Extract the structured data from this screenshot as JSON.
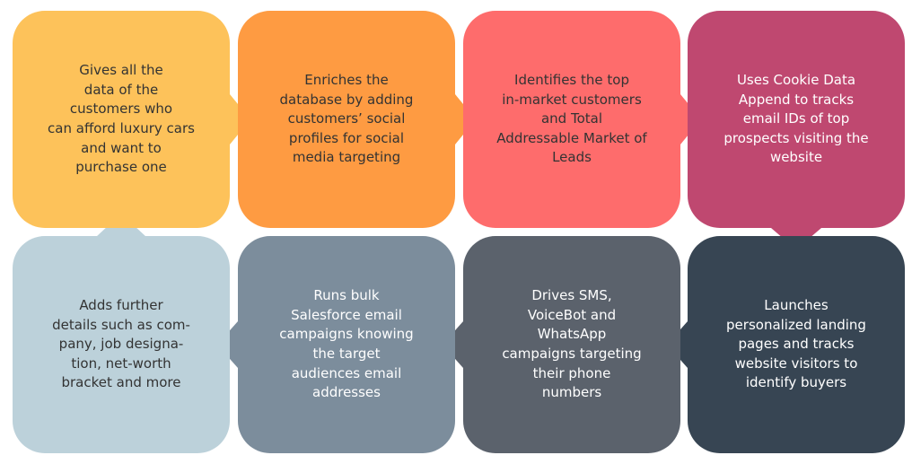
{
  "steps": [
    {
      "text": "Gives all the\ndata of the\ncustomers who\ncan afford luxury cars\nand want to\npurchase one",
      "color": "#FDC25A",
      "text_color": "#333333"
    },
    {
      "text": "Enriches the\ndatabase by adding\ncustomers’ social\nprofiles for social\nmedia targeting",
      "color": "#FE9B42",
      "text_color": "#333333"
    },
    {
      "text": "Identifies the top\nin-market customers\nand Total\nAddressable Market of\nLeads",
      "color": "#FE6C6C",
      "text_color": "#333333"
    },
    {
      "text": "Uses Cookie Data\nAppend to tracks\nemail IDs of top\nprospects visiting the\nwebsite",
      "color": "#BF4870",
      "text_color": "#ffffff"
    },
    {
      "text": "Launches\npersonalized landing\npages and tracks\nwebsite visitors to\nidentify buyers",
      "color": "#374553",
      "text_color": "#ffffff"
    },
    {
      "text": "Drives SMS,\nVoiceBot and\nWhatsApp\ncampaigns targeting\ntheir phone\nnumbers",
      "color": "#5B626C",
      "text_color": "#ffffff"
    },
    {
      "text": "Runs bulk\nSalesforce email\ncampaigns knowing\nthe target\naudiences email\naddresses",
      "color": "#7C8D9C",
      "text_color": "#ffffff"
    },
    {
      "text": "Adds further\ndetails such as com-\npany, job designa-\ntion, net-worth\nbracket and more",
      "color": "#BCD1DA",
      "text_color": "#333333"
    }
  ]
}
